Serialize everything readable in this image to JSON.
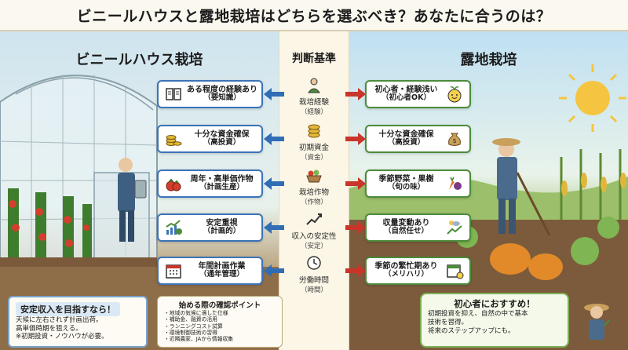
{
  "title": "ビニールハウスと露地栽培はどちらを選ぶべき？あなたに合うのは？",
  "left_title": "ビニールハウス栽培",
  "mid_title": "判断基準",
  "right_title": "露地栽培",
  "rows": [
    {
      "left_1": "ある程度の経験あり",
      "left_2": "（要知識）",
      "left_icon": "book-icon",
      "crit_1": "栽培経験",
      "crit_2": "（経験）",
      "crit_icon": "farmer-icon",
      "right_1": "初心者・経験浅い",
      "right_2": "（初心者OK）",
      "right_icon": "smiley-sprout-icon"
    },
    {
      "left_1": "十分な資金確保",
      "left_2": "（高投資）",
      "left_icon": "coins-icon",
      "crit_1": "初期資金",
      "crit_2": "（資金）",
      "crit_icon": "coin-stack-icon",
      "right_1": "十分な資金確保",
      "right_2": "（高投資）",
      "right_icon": "money-bag-icon"
    },
    {
      "left_1": "周年・高単価作物",
      "left_2": "（計画生産）",
      "left_icon": "tomato-icon",
      "crit_1": "栽培作物",
      "crit_2": "（作物）",
      "crit_icon": "vegetable-basket-icon",
      "right_1": "季節野菜・果樹",
      "right_2": "（旬の味）",
      "right_icon": "vegetables-icon"
    },
    {
      "left_1": "安定重視",
      "left_2": "（計画的）",
      "left_icon": "stable-chart-icon",
      "crit_1": "収入の安定性",
      "crit_2": "（安定）",
      "crit_icon": "trend-chart-icon",
      "right_1": "収量変動あり",
      "right_2": "（自然任せ）",
      "right_icon": "weather-chart-icon"
    },
    {
      "left_1": "年間計画作業",
      "left_2": "（通年管理）",
      "left_icon": "calendar-icon",
      "crit_1": "労働時間",
      "crit_2": "（時間）",
      "crit_icon": "clock-icon",
      "right_1": "季節の繁忙期あり",
      "right_2": "（メリハリ）",
      "right_icon": "seasonal-calendar-icon"
    }
  ],
  "bottom_left": {
    "head": "安定収入を目指すなら！",
    "lines": [
      "天候に左右されず計画出荷。",
      "高単価時期を狙える。",
      "※初期投資・ノウハウが必要。"
    ]
  },
  "bottom_mid": {
    "head": "始める際の確認ポイント",
    "lines": [
      "・地域の気候に適した仕様",
      "・補助金、融資の活用",
      "・ランニングコスト試算",
      "・環境制御技術の習得",
      "・近隣農家、JAから情報収集"
    ]
  },
  "bottom_right": {
    "head": "初心者におすすめ！",
    "lines": [
      "初期投資を抑え、自然の中で基本",
      "技術を習得。",
      "将来のステップアップにも。"
    ]
  },
  "colors": {
    "left_accent": "#3b73b9",
    "right_accent": "#4c8b3b",
    "arrow_blue": "#2f6db5",
    "arrow_red": "#c9352b"
  }
}
